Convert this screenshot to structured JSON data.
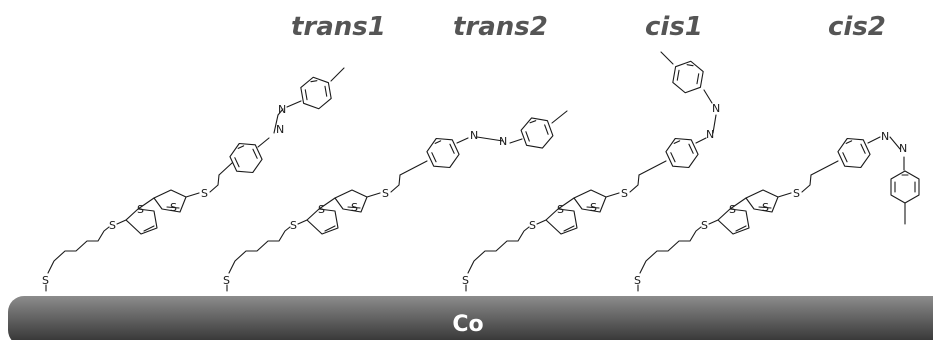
{
  "labels": [
    "trans1",
    "trans2",
    "cis1",
    "cis2"
  ],
  "substrate": "Co",
  "atoms": {
    "sulfur": "S",
    "nitrogen": "N"
  },
  "colors": {
    "substrate_top": "#8c8c8c",
    "substrate_bottom": "#2e2e2e",
    "label": "#555555",
    "bond": "#1a1a1a"
  }
}
